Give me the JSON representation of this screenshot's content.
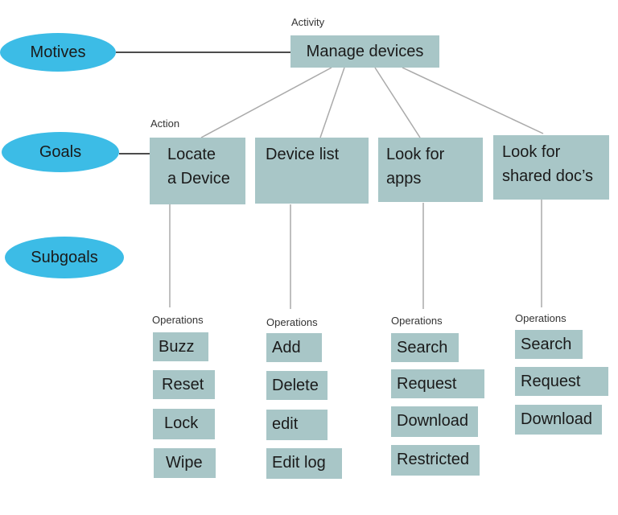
{
  "levels": {
    "motives": "Motives",
    "goals": "Goals",
    "subgoals": "Subgoals"
  },
  "activity": {
    "label": "Activity",
    "title": "Manage devices"
  },
  "action_label": "Action",
  "operations_label": "Operations",
  "actions": [
    {
      "title_line1": "Locate",
      "title_line2": "a Device",
      "operations": [
        "Buzz",
        "Reset",
        "Lock",
        "Wipe"
      ]
    },
    {
      "title_line1": "Device list",
      "title_line2": "",
      "operations": [
        "Add",
        "Delete",
        "edit",
        "Edit log"
      ]
    },
    {
      "title_line1": "Look for",
      "title_line2": "apps",
      "operations": [
        "Search",
        "Request",
        "Download",
        "Restricted"
      ]
    },
    {
      "title_line1": "Look for",
      "title_line2": "shared doc’s",
      "operations": [
        "Search",
        "Request",
        "Download"
      ]
    }
  ],
  "colors": {
    "oval": "#3cbce6",
    "box": "#a8c6c7",
    "line": "#aaaaaa"
  }
}
